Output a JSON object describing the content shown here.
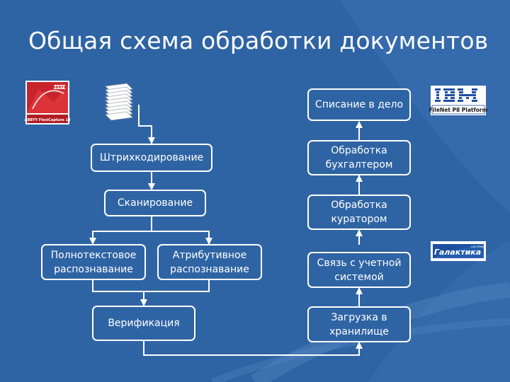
{
  "title": "Общая схема обработки документов",
  "left_flow": {
    "barcoding": "Штрихкодирование",
    "scanning": "Сканирование",
    "fulltext_recognition": [
      "Полнотекстовое",
      "распознавание"
    ],
    "attribute_recognition": [
      "Атрибутивное",
      "распознавание"
    ],
    "verification": "Верификация"
  },
  "right_flow": {
    "archive": "Списание в дело",
    "accountant_processing": [
      "Обработка",
      "бухгалтером"
    ],
    "curator_processing": [
      "Обработка",
      "куратором"
    ],
    "accounting_system_link": [
      "Связь с учетной",
      "системой"
    ],
    "storage_upload": [
      "Загрузка в",
      "хранилище"
    ]
  },
  "logos": {
    "abbyy": {
      "brand": "ABBYY",
      "product": "ABBYY FlexiCapture 10"
    },
    "ibm": {
      "brand": "IBM",
      "product": "FileNet P8 Platform"
    },
    "galaktika": {
      "brand": "Галактика",
      "tagline": "СИСТЕМЫ"
    }
  },
  "colors": {
    "background": "#2f64a4",
    "background_light": "#4d7fbd",
    "line": "#ffffff",
    "abbyy_red": "#c8242b",
    "ibm_blue": "#1f4fa0",
    "galaktika_blue": "#1d4f9e"
  },
  "icons": [
    "document-stack-icon"
  ]
}
